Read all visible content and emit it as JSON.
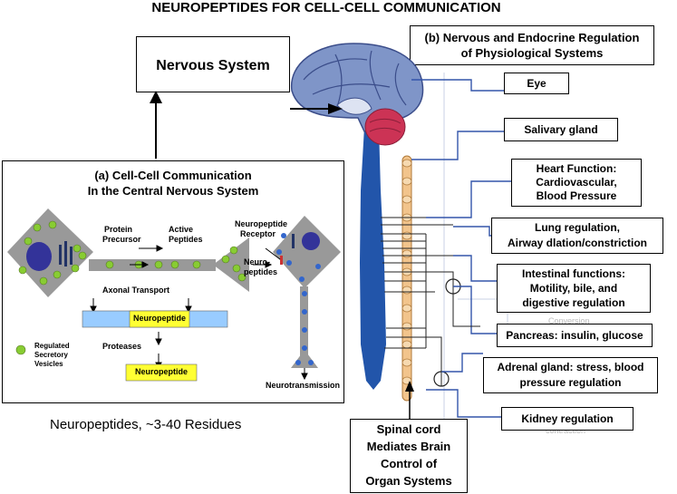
{
  "title": "NEUROPEPTIDES FOR CELL-CELL COMMUNICATION",
  "nervous_system_label": "Nervous System",
  "panel_b_title_line1": "(b) Nervous and Endocrine Regulation",
  "panel_b_title_line2": "of Physiological Systems",
  "panel_a": {
    "title_line1": "(a) Cell-Cell Communication",
    "title_line2": "In the Central Nervous System",
    "protein_precursor_line1": "Protein",
    "protein_precursor_line2": "Precursor",
    "active_peptides_line1": "Active",
    "active_peptides_line2": "Peptides",
    "neuropeptide_receptor_line1": "Neuropeptide",
    "neuropeptide_receptor_line2": "Receptor",
    "neuro_peptides_line1": "Neuro-",
    "neuro_peptides_line2": "peptides",
    "axonal_transport": "Axonal Transport",
    "neuropeptide_bar": "Neuropeptide",
    "proteases": "Proteases",
    "neuropeptide_product": "Neuropeptide",
    "legend_line1": "Regulated",
    "legend_line2": "Secretory",
    "legend_line3": "Vesicles",
    "neurotransmission": "Neurotransmission"
  },
  "residues_caption": "Neuropeptides, ~3-40 Residues",
  "organs": [
    {
      "line1": "Eye",
      "line2": "",
      "line3": ""
    },
    {
      "line1": "Salivary gland",
      "line2": "",
      "line3": ""
    },
    {
      "line1": "Heart Function:",
      "line2": "Cardiovascular,",
      "line3": "Blood Pressure"
    },
    {
      "line1": "Lung regulation,",
      "line2": "Airway dlation/constriction",
      "line3": ""
    },
    {
      "line1": "Intestinal functions:",
      "line2": "Motility, bile, and",
      "line3": "digestive regulation"
    },
    {
      "line1": "Pancreas: insulin, glucose",
      "line2": "",
      "line3": ""
    },
    {
      "line1": "Adrenal gland: stress, blood",
      "line2": "pressure regulation",
      "line3": ""
    },
    {
      "line1": "Kidney regulation",
      "line2": "",
      "line3": ""
    }
  ],
  "spinal_cord": {
    "line1": "Spinal cord",
    "line2": "Mediates Brain",
    "line3": "Control of",
    "line4": "Organ Systems"
  },
  "faint_labels": {
    "conversion": "Conversion",
    "contraction": "contraction"
  },
  "colors": {
    "cell_gray": "#999999",
    "nucleus": "#333399",
    "vesicle_green": "#88cc33",
    "vesicle_blue": "#3366cc",
    "bar_blue": "#99ccff",
    "bar_yellow": "#ffff33",
    "spinal_blue": "#2255aa",
    "brain_pink": "#cc3355",
    "nerve_line": "#3355aa"
  }
}
